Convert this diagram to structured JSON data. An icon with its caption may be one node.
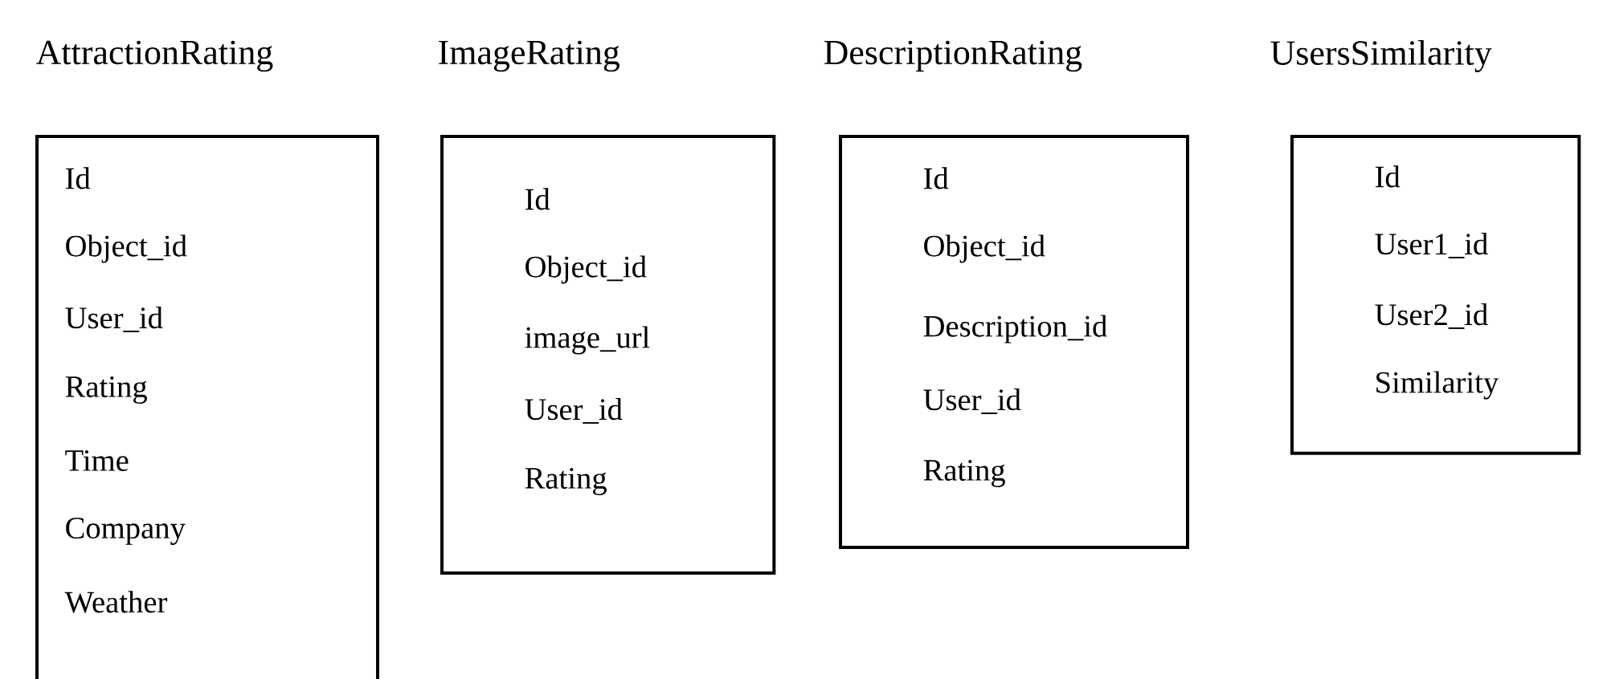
{
  "diagram": {
    "nodes": [
      {
        "text": [
          "AttractionRating",
          "Id",
          "Object_id",
          "User_id",
          "Rating",
          "Time",
          "Company",
          "Weather"
        ]
      },
      {
        "text": [
          "ImageRating",
          "Id",
          "Object_id",
          "image_url",
          "User_id",
          "Rating"
        ]
      },
      {
        "text": [
          "DescriptionRating",
          "Id",
          "Object_id",
          "Description_id",
          "User_id",
          "Rating"
        ]
      },
      {
        "text": [
          "UsersSimilarity",
          "Id",
          "User1_id",
          "User2_id",
          "Similarity"
        ]
      }
    ],
    "edges": []
  }
}
